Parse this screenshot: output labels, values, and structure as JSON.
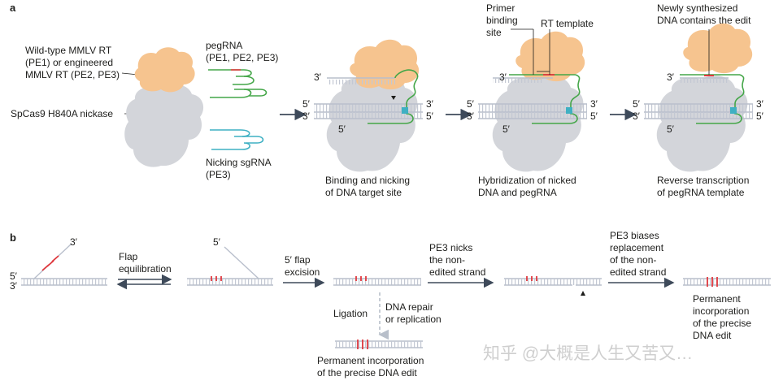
{
  "panel_a": {
    "letter": "a",
    "rt_label": [
      "Wild-type MMLV RT",
      "(PE1) or engineered",
      "MMLV RT (PE2, PE3)"
    ],
    "cas9_label": "SpCas9 H840A nickase",
    "pegrna_label": [
      "pegRNA",
      "(PE1, PE2, PE3)"
    ],
    "nicking_label": [
      "Nicking sgRNA",
      "(PE3)"
    ],
    "primer_label": [
      "Primer",
      "binding",
      "site"
    ],
    "rt_template_label": "RT template",
    "synth_label": [
      "Newly synthesized",
      "DNA contains the edit"
    ],
    "step1_caption": [
      "Binding and nicking",
      "of DNA target site"
    ],
    "step2_caption": [
      "Hybridization of nicked",
      "DNA and pegRNA"
    ],
    "step3_caption": [
      "Reverse transcription",
      "of pegRNA template"
    ],
    "end_3p": "3′",
    "end_5p": "5′"
  },
  "panel_b": {
    "letter": "b",
    "end_3p": "3′",
    "end_5p": "5′",
    "flap_eq": [
      "Flap",
      "equilibration"
    ],
    "flap_excision": [
      "5′ flap",
      "excision"
    ],
    "pe3_nicks": [
      "PE3 nicks",
      "the non-",
      "edited strand"
    ],
    "pe3_biases": [
      "PE3 biases",
      "replacement",
      "of the non-",
      "edited strand"
    ],
    "ligation": "Ligation",
    "dna_repair": [
      "DNA repair",
      "or replication"
    ],
    "permanent_left": [
      "Permanent incorporation",
      "of the precise DNA edit"
    ],
    "permanent_right": [
      "Permanent",
      "incorporation",
      "of the precise",
      "DNA edit"
    ]
  },
  "watermark": "知乎 @大概是人生又苦又…",
  "colors": {
    "protein_cas9": "#d3d5da",
    "protein_rt": "#f6c48f",
    "pegrna": "#44a648",
    "sgrna": "#3fb0c3",
    "dna": "#b9bfcc",
    "edit": "#e0393e",
    "arrow": "#3e4a5a"
  }
}
